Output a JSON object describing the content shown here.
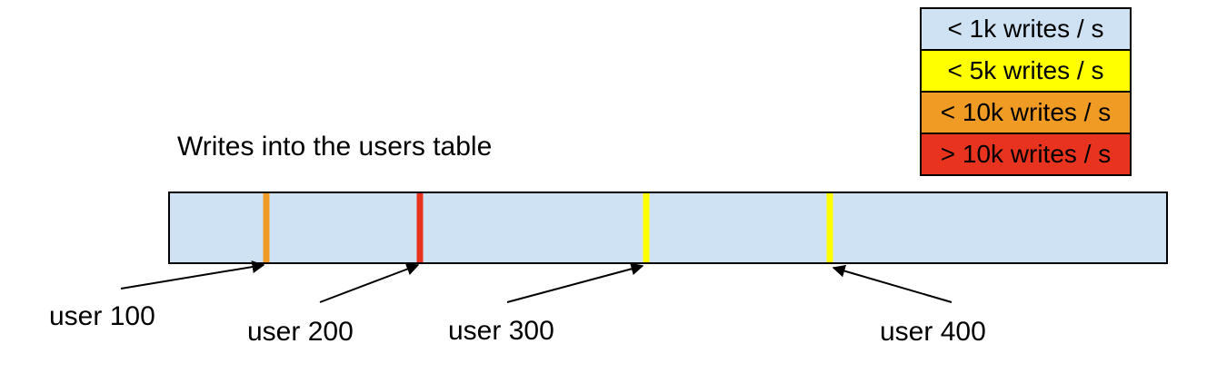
{
  "title": "Writes into the users table",
  "legend": {
    "items": [
      {
        "label": "< 1k writes / s",
        "color": "#cfe2f3"
      },
      {
        "label": "< 5k writes / s",
        "color": "#ffff00"
      },
      {
        "label": "< 10k writes / s",
        "color": "#f09b23"
      },
      {
        "label": "> 10k writes / s",
        "color": "#e8341e"
      }
    ]
  },
  "bar": {
    "fill": "#cfe2f3",
    "border_color": "#000000",
    "meaning": "users table keyspace"
  },
  "markers": [
    {
      "user": "user 100",
      "rate_class": "< 10k writes / s",
      "color": "#f09b23",
      "x_pct": 9.7
    },
    {
      "user": "user 200",
      "rate_class": "> 10k writes / s",
      "color": "#e8341e",
      "x_pct": 25.1
    },
    {
      "user": "user 300",
      "rate_class": "< 5k writes / s",
      "color": "#ffff00",
      "x_pct": 47.8
    },
    {
      "user": "user 400",
      "rate_class": "< 5k writes / s",
      "color": "#ffff00",
      "x_pct": 66.2
    }
  ]
}
